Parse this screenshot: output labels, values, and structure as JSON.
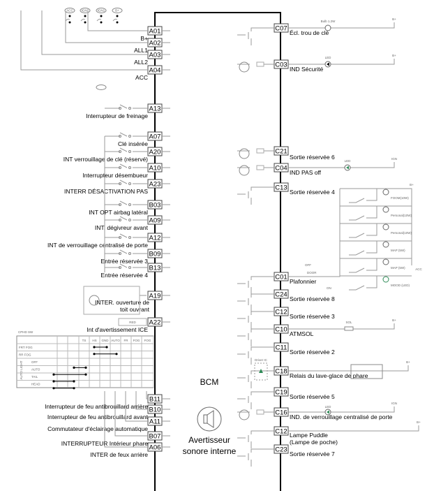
{
  "module": {
    "name": "BCM",
    "horn_label_1": "Avertisseur",
    "horn_label_2": "sonore interne"
  },
  "ignition_switch": [
    "ACC",
    "IGN2",
    "IGN1",
    "B+"
  ],
  "left_pins": [
    {
      "pin": "A01",
      "label": "B+"
    },
    {
      "pin": "A02",
      "label": "ALL1"
    },
    {
      "pin": "A03",
      "label": "ALL2"
    },
    {
      "pin": "A04",
      "label": "ACC"
    },
    {
      "pin": "A13",
      "label": "Interrupteur de freinage"
    },
    {
      "pin": "A07",
      "label": "Clé insérée"
    },
    {
      "pin": "A20",
      "label": "INT verrouillage de clé (réservé)"
    },
    {
      "pin": "A10",
      "label": "Interrupteur désembueur"
    },
    {
      "pin": "A23",
      "label": "INTERR DÉSACTIVATION PAS"
    },
    {
      "pin": "B03",
      "label": "INT OPT airbag latéral"
    },
    {
      "pin": "A09",
      "label": "INT. dégivreur avant"
    },
    {
      "pin": "A12",
      "label": "INT de verrouillage centralisé de porte"
    },
    {
      "pin": "B09",
      "label": "Entrée réservée 3"
    },
    {
      "pin": "B13",
      "label": "Entrée réservée 4"
    },
    {
      "pin": "A19",
      "label": "INTER. ouverture de toit ouvrant"
    },
    {
      "pin": "A22",
      "label": "Int d'avertissement ICE"
    },
    {
      "pin": "B11",
      "label": "Interrupteur de feu antibrouillard arrière"
    },
    {
      "pin": "B10",
      "label": "Interrupteur de feu antibrouillard avant"
    },
    {
      "pin": "A11",
      "label": "Commutateur d'éclairage automatique"
    },
    {
      "pin": "B07",
      "label": "INTERRUPTEUR Intérieur phare"
    },
    {
      "pin": "A06",
      "label": "INTER de feux arrière"
    }
  ],
  "right_pins": [
    {
      "pin": "C07",
      "label": "Écl. trou de clé",
      "load": "Bulb 1.2W",
      "supply": "B+"
    },
    {
      "pin": "C03",
      "label": "IND Sécurité",
      "load": "LED",
      "supply": "B+"
    },
    {
      "pin": "C21",
      "label": "Sortie réservée 6"
    },
    {
      "pin": "C04",
      "label": "IND PAS off",
      "load": "LED",
      "supply": "IGN"
    },
    {
      "pin": "C13",
      "label": "Sortie réservée 4"
    },
    {
      "pin": "C01",
      "label": "Plafonnier"
    },
    {
      "pin": "C24",
      "label": "Sortie réservée 8"
    },
    {
      "pin": "C12",
      "label": "Sortie réservée 3"
    },
    {
      "pin": "C10",
      "label": "ATMSOL",
      "load": "SOL",
      "supply": "B+"
    },
    {
      "pin": "C11",
      "label": "Sortie réservée 2"
    },
    {
      "pin": "C18",
      "label": "Relais du lave-glace de phare",
      "supply": "B+"
    },
    {
      "pin": "C19",
      "label": "Sortie réservée 5"
    },
    {
      "pin": "C16",
      "label": "IND. de verrouillage centralisé de porte",
      "load": "LED",
      "supply": "IGN"
    },
    {
      "pin": "C12",
      "label": "Lampe Puddle (Lampe de poche)",
      "supply": "B+"
    },
    {
      "pin": "C23",
      "label": "Sortie réservée 7"
    }
  ],
  "room_lamps": [
    "FOOM(10W)",
    "Personal(10W)",
    "Personal(10W)",
    "MAP (5W)",
    "MAP (5W)",
    "MOOD (LED)"
  ],
  "room_lamp_supply": [
    "B+",
    "ACC"
  ],
  "plafonnier_switch": [
    "OFF",
    "DOOR",
    "ON"
  ],
  "a22_box": "RED",
  "driver_ic": "Driver IC",
  "light_switch_table": {
    "title": "CPHD SW",
    "columns": [
      "TS",
      "HS",
      "GND",
      "AUTO",
      "FR",
      "FOG",
      "FOG"
    ],
    "rows": [
      "FRT FOG",
      "RR FOG",
      "OFF",
      "AUTO",
      "TAIL",
      "HEAD"
    ],
    "group_label": "AUTO LIGHT"
  },
  "colors": {
    "led": "#2e8b57",
    "wire": "#9a9a9a",
    "bus": "#000000"
  }
}
